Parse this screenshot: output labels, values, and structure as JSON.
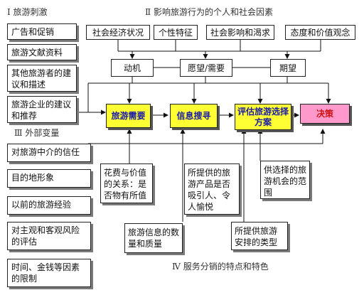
{
  "sections": {
    "s1": "Ⅰ 旅游刺激",
    "s2": "Ⅱ  影响旅游行为的个人和社会因素",
    "s3": "Ⅲ  外部变量",
    "s4": "Ⅳ  服务分销的特点和特色"
  },
  "stimuli": [
    "广告和促销",
    "旅游文献资料",
    "其他旅游者的建议和描述",
    "旅游企业的建议和推荐"
  ],
  "external": [
    "对旅游中介的信任",
    "目的地形象",
    "以前的旅游经验",
    "对主观和客观风险的评估",
    "时间、金钱等因素的限制"
  ],
  "social_factors": [
    "社会经济状况",
    "个性特征",
    "社会影响和渴求",
    "态度和价值观念"
  ],
  "drivers": [
    "动机",
    "愿望/需要",
    "期望"
  ],
  "decision_steps": [
    "旅游需要",
    "信息搜寻",
    "评估旅游选择方案",
    "决策"
  ],
  "service_notes": {
    "cost": "花费与价值的关系：是否物有所值",
    "appeal": "所提供的旅游产品是否吸引人、令人愉悦",
    "scope": "供选择的旅游机会的范围",
    "info": "旅游信息的数量和质量",
    "arrangement": "所提供旅游安排的类型"
  }
}
